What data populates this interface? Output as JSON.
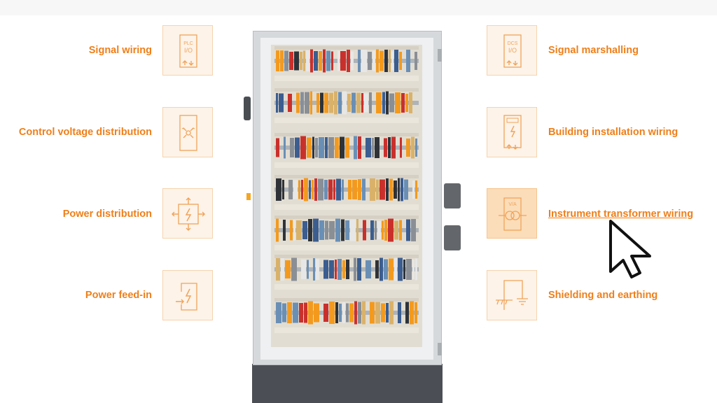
{
  "left_items": [
    {
      "id": "signal-wiring",
      "label": "Signal wiring",
      "icon": "plc-io-icon",
      "icon_text": [
        "PLC",
        "I/O"
      ]
    },
    {
      "id": "control-voltage",
      "label": "Control voltage distribution",
      "icon": "distribution-node-icon"
    },
    {
      "id": "power-distribution",
      "label": "Power distribution",
      "icon": "power-distribution-icon"
    },
    {
      "id": "power-feed-in",
      "label": "Power feed-in",
      "icon": "power-feed-in-icon"
    }
  ],
  "right_items": [
    {
      "id": "signal-marshalling",
      "label": "Signal marshalling",
      "icon": "dcs-io-icon",
      "icon_text": [
        "DCS",
        "I/O"
      ]
    },
    {
      "id": "building-installation",
      "label": "Building installation wiring",
      "icon": "building-installation-icon"
    },
    {
      "id": "instrument-transformer",
      "label": "Instrument transformer wiring",
      "icon": "transformer-icon",
      "icon_text": [
        "V/A"
      ],
      "hovered": true
    },
    {
      "id": "shielding-earthing",
      "label": "Shielding and earthing",
      "icon": "earthing-icon"
    }
  ],
  "colors": {
    "accent": "#ee7f1a",
    "tile_bg": "#fdf3e8",
    "tile_active_bg": "#fbddb9",
    "icon_stroke": "#f0a35a"
  }
}
